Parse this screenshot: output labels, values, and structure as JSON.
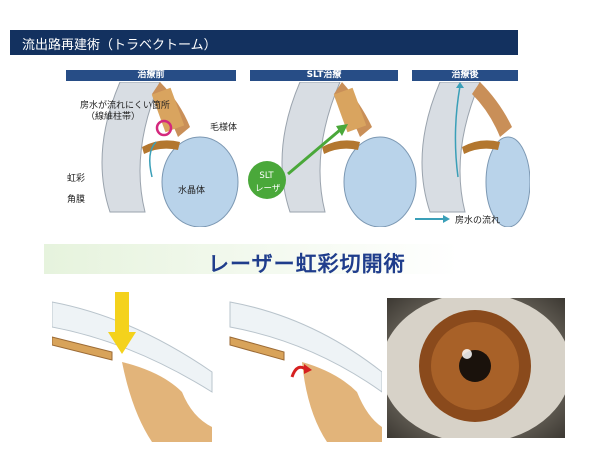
{
  "header": {
    "title": "流出路再建術（トラベクトーム）"
  },
  "panels": {
    "before": {
      "title": "治療前"
    },
    "slt": {
      "title": "SLT治療"
    },
    "after": {
      "title": "治療後"
    }
  },
  "labels": {
    "blocked_site_line1": "房水が流れにくい箇所",
    "blocked_site_line2": "（線維柱帯）",
    "ciliary_body": "毛様体",
    "iris": "虹彩",
    "cornea": "角膜",
    "lens": "水晶体",
    "slt_badge_line1": "SLT",
    "slt_badge_line2": "レーザ",
    "legend_flow": "房水の流れ"
  },
  "laser_section": {
    "title": "レーザー虹彩切開術"
  },
  "colors": {
    "header_bg": "#13315f",
    "panel_header": "#274d86",
    "flow_arrow": "#3a9fb8",
    "laser_title": "#1f3d8c",
    "slt_green": "#4aa83a",
    "laser_arrow": "#f4d21c"
  }
}
